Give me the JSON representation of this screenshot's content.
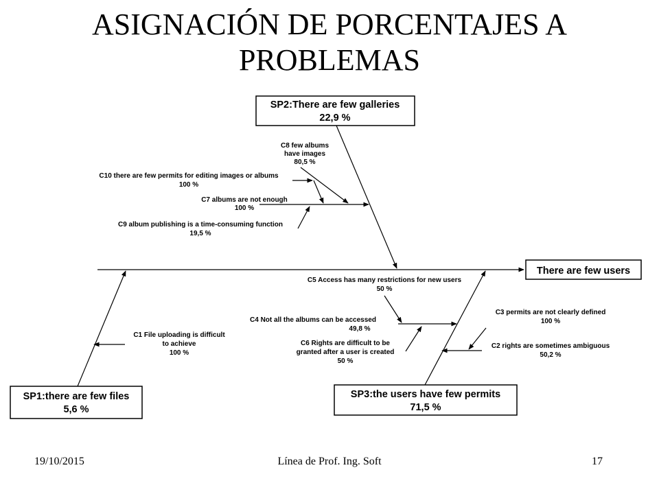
{
  "title": {
    "line1": "ASIGNACIÓN DE PORCENTAJES A",
    "line2": "PROBLEMAS"
  },
  "diagram": {
    "effect": "There are few users",
    "sp2": {
      "title": "SP2:There are few galleries",
      "value": "22,9 %"
    },
    "sp1": {
      "title": "SP1:there are few files",
      "value": "5,6 %"
    },
    "sp3": {
      "title": "SP3:the users have few permits",
      "value": "71,5 %"
    },
    "c8": {
      "line1": "C8 few albums",
      "line2": "have images",
      "value": "80,5 %"
    },
    "c10": {
      "line1": "C10 there are few permits for editing images or albums",
      "value": "100 %"
    },
    "c7": {
      "line1": "C7 albums are not enough",
      "value": "100 %"
    },
    "c9": {
      "line1": "C9 album publishing is a time-consuming function",
      "value": "19,5 %"
    },
    "c5": {
      "line1": "C5 Access has many restrictions for new users",
      "value": "50 %"
    },
    "c4": {
      "line1": "C4 Not all the albums can be accessed",
      "value": "49,8 %"
    },
    "c6": {
      "line1": "C6 Rights are difficult to be",
      "line2": "granted after a user is created",
      "value": "50 %"
    },
    "c1": {
      "line1": "C1 File uploading is difficult",
      "line2": "to achieve",
      "value": "100 %"
    },
    "c3": {
      "line1": "C3 permits are not clearly defined",
      "value": "100 %"
    },
    "c2": {
      "line1": "C2 rights are sometimes ambiguous",
      "value": "50,2 %"
    }
  },
  "footer": {
    "date": "19/10/2015",
    "center": "Línea de Prof. Ing. Soft",
    "page": "17"
  }
}
